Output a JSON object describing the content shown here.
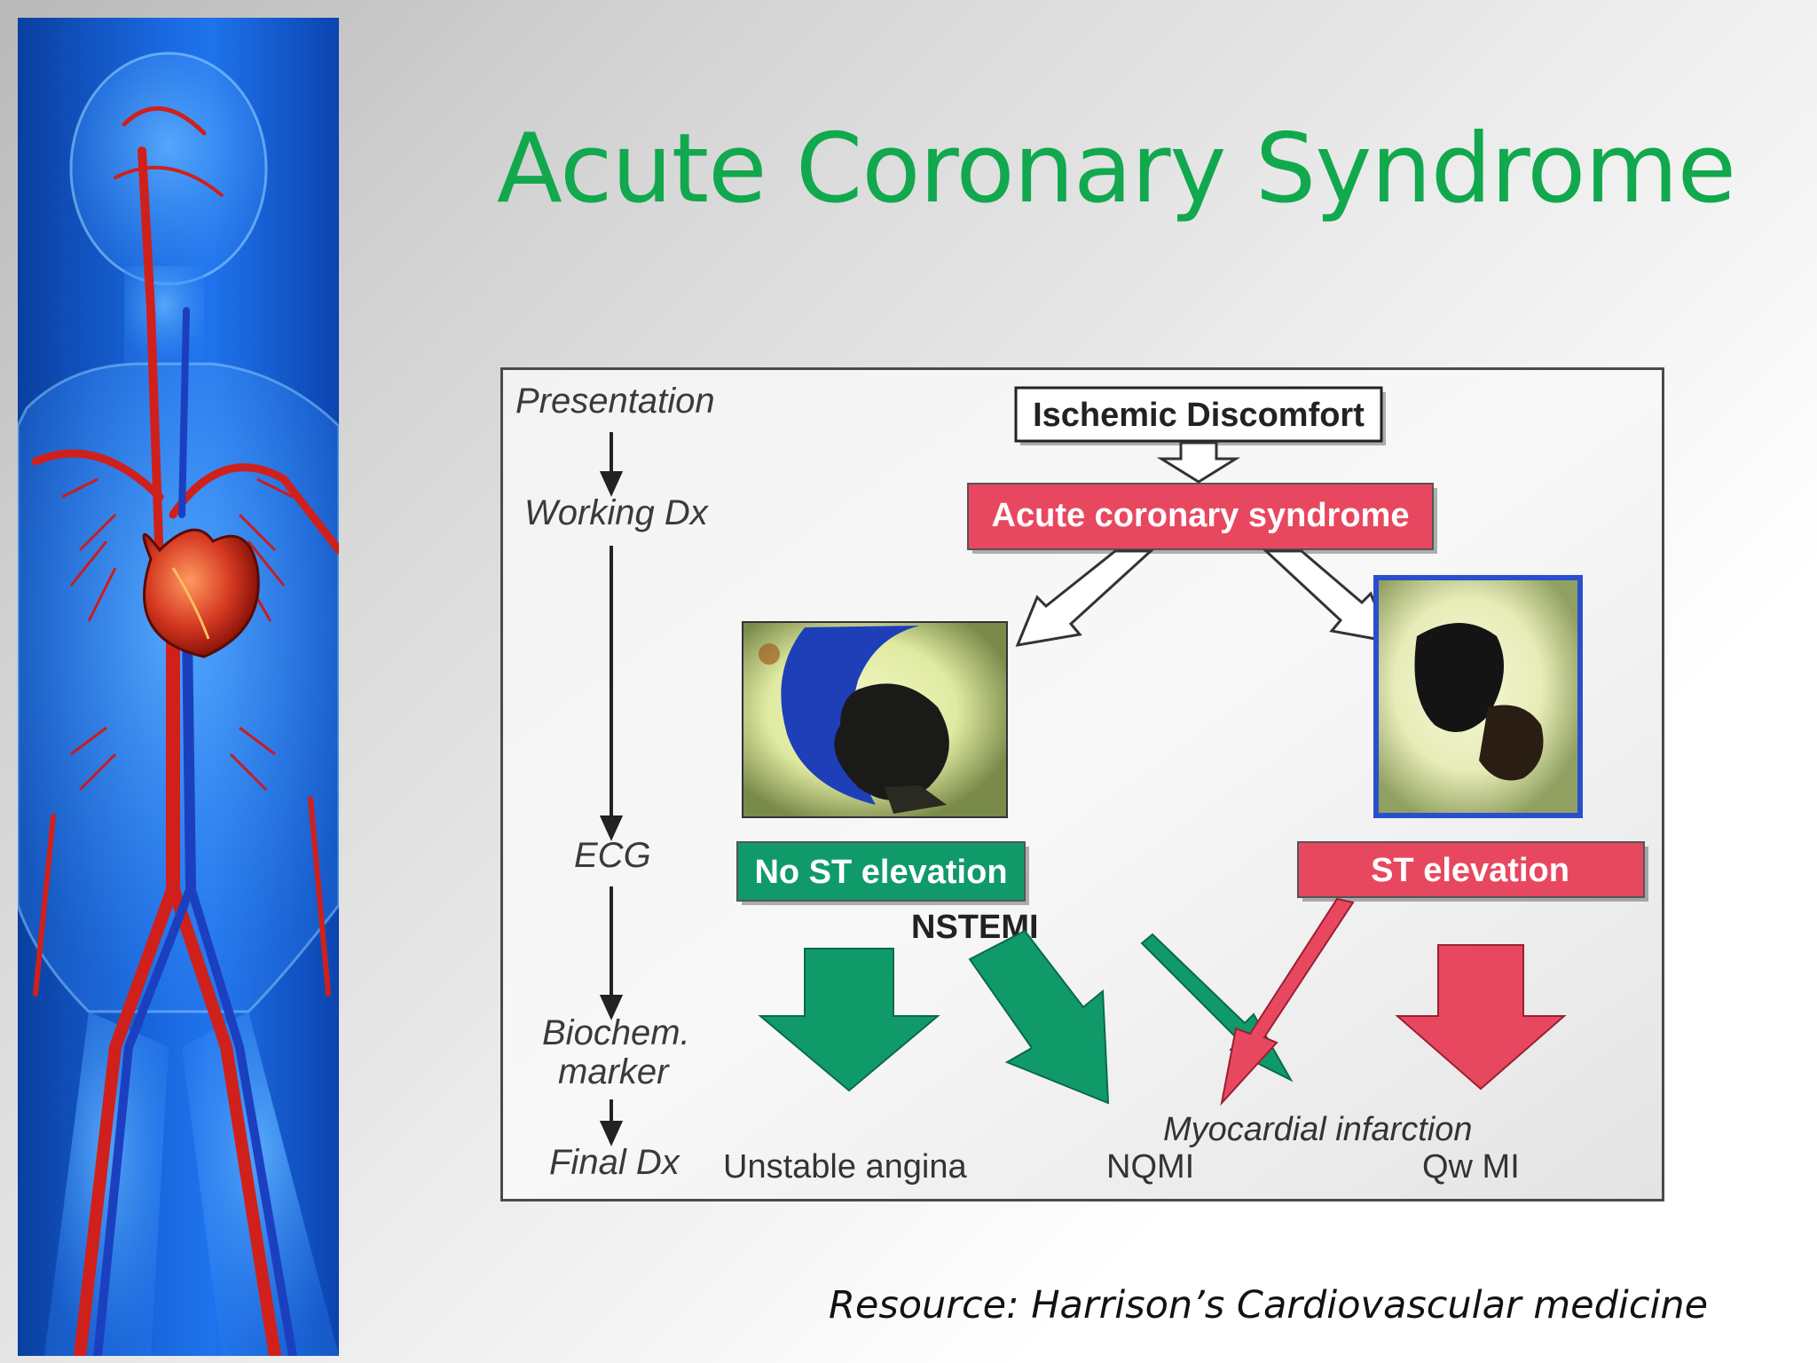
{
  "slide": {
    "title": "Acute Coronary Syndrome",
    "citation": "Resource: Harrison’s Cardiovascular medicine"
  },
  "diagram": {
    "stages": [
      "Presentation",
      "Working Dx",
      "ECG",
      "Biochem.",
      "marker",
      "Final Dx"
    ],
    "top_box": "Ischemic Discomfort",
    "acs_box": "Acute coronary syndrome",
    "no_st_box": "No ST elevation",
    "st_box": "ST elevation",
    "nstemi_label": "NSTEMI",
    "mi_label": "Myocardial infarction",
    "outcomes": {
      "unstable_angina": "Unstable angina",
      "nqmi": "NQMI",
      "qwmi": "Qw MI"
    }
  },
  "colors": {
    "title": "#12a84e",
    "green_box": "#109a6a",
    "red_box": "#e8485f",
    "blue_panel": "#1a68e0",
    "artery_red": "#d0201c"
  },
  "icons": {
    "human_figure": "circulatory-system-illustration",
    "vessel_images": [
      "coronary-thrombus-photo-left",
      "coronary-thrombus-photo-right"
    ]
  }
}
